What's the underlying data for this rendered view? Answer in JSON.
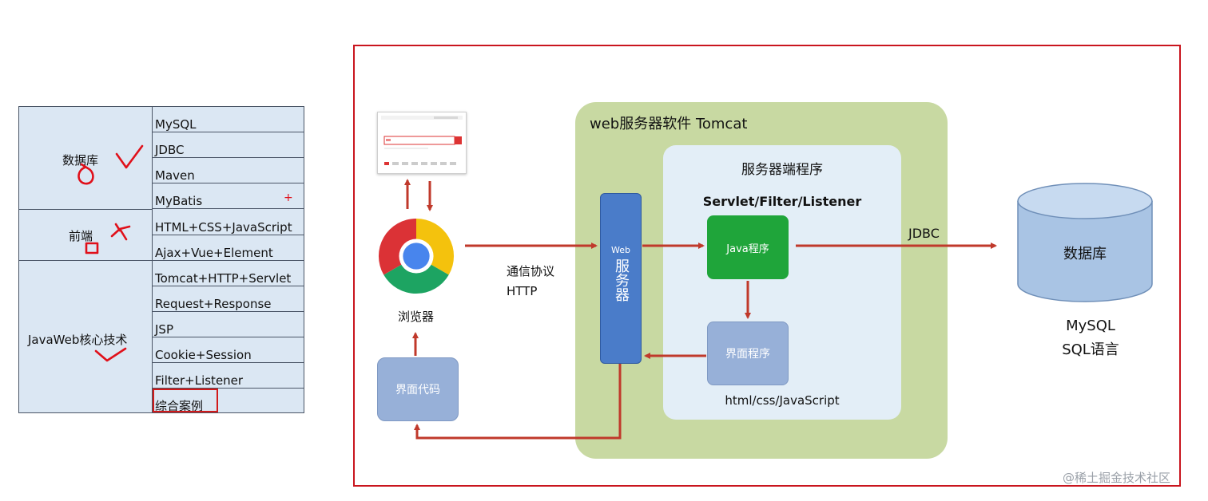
{
  "curriculum": {
    "categories": [
      {
        "label": "数据库"
      },
      {
        "label": "前端"
      },
      {
        "label": "JavaWeb核心技术"
      }
    ],
    "topics": [
      "MySQL",
      "JDBC",
      "Maven",
      "MyBatis",
      "HTML+CSS+JavaScript",
      "Ajax+Vue+Element",
      "Tomcat+HTTP+Servlet",
      "Request+Response",
      "JSP",
      "Cookie+Session",
      "Filter+Listener",
      "综合案例"
    ],
    "mybatis_mark": "+",
    "highlighted_topic": "综合案例"
  },
  "architecture": {
    "server_software": "web服务器软件  Tomcat",
    "server_program": "服务器端程序",
    "servlet_components": "Servlet/Filter/Listener",
    "web_server_small": "Web",
    "web_server_big": "服务器",
    "java_program": "Java程序",
    "ui_program": "界面程序",
    "frontend_tech": "html/css/JavaScript",
    "browser": "浏览器",
    "protocol_line1": "通信协议",
    "protocol_line2": "HTTP",
    "ui_code": "界面代码",
    "jdbc": "JDBC",
    "database": "数据库",
    "db_caption_line1": "MySQL",
    "db_caption_line2": "SQL语言"
  },
  "watermark": "@稀土掘金技术社区",
  "colors": {
    "frame_red": "#c9151e",
    "arrow_red": "#c0392b",
    "server_green": "#c8d9a2",
    "inner_blue": "#e3eef7",
    "web_server_blue": "#4a7cc9",
    "java_green": "#1fa53a",
    "ui_blue": "#97b0d8",
    "db_blue": "#a9c4e4",
    "table_bg": "#dbe7f3",
    "annotation_red": "#e0101a"
  }
}
